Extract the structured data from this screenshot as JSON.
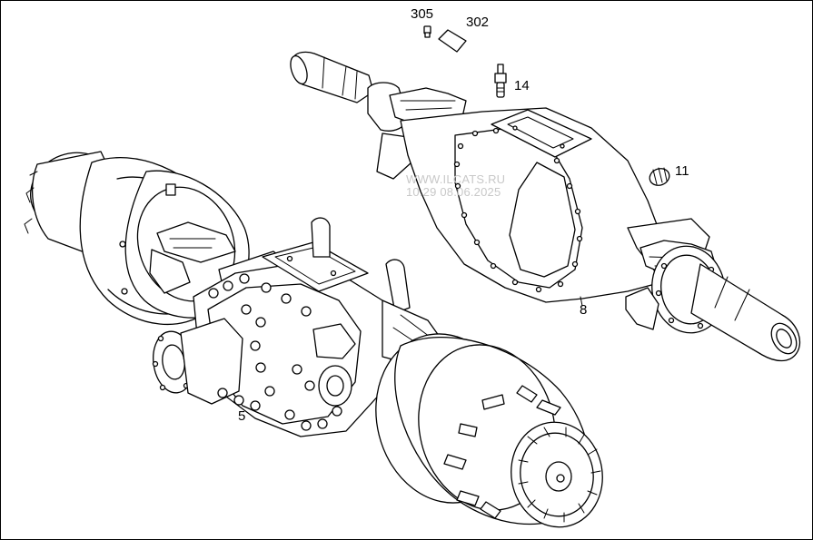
{
  "part_labels": {
    "p305": "305",
    "p302": "302",
    "p14": "14",
    "p11": "11",
    "p8": "8",
    "p5": "5"
  },
  "watermark": {
    "line1": "WWW.ILCATS.RU",
    "line2": "10:29 08.06.2025"
  }
}
